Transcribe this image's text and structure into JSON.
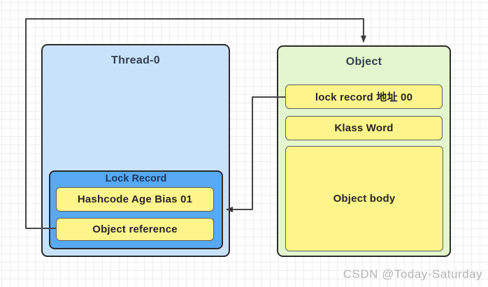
{
  "diagram": {
    "thread": {
      "title": "Thread-0",
      "lock_record": {
        "title": "Lock Record",
        "rows": [
          "Hashcode Age Bias 01",
          "Object reference"
        ]
      }
    },
    "object": {
      "title": "Object",
      "rows": [
        "lock record 地址 00",
        "Klass Word",
        "Object body"
      ]
    },
    "arrows": [
      {
        "name": "object-reference-to-object",
        "from": "Object reference",
        "to": "Object"
      },
      {
        "name": "lock-record-address-to-lock-record",
        "from": "lock record 地址 00",
        "to": "Lock Record"
      }
    ]
  },
  "watermark": {
    "text": "CSDN @Today-Saturday"
  },
  "colors": {
    "thread_fill": "#c9e2fb",
    "lock_record_fill": "#57a9f3",
    "object_fill": "#e4f6cd",
    "cell_fill": "#fdf58b",
    "box_border": "#2b2b2b",
    "cell_border": "#60605a",
    "arrow": "#484848",
    "grid_line": "#ededed",
    "watermark_text": "#b3b3b3"
  }
}
